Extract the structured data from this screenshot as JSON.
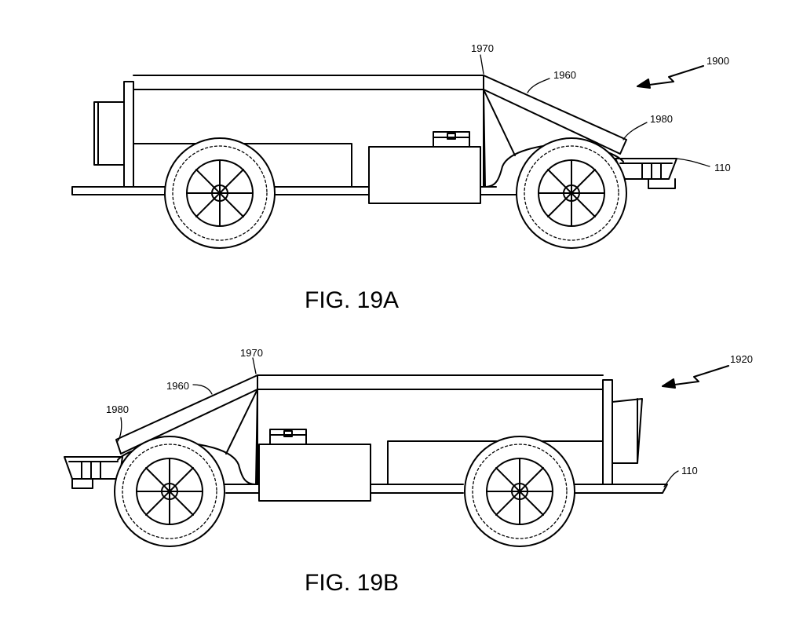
{
  "figures": [
    {
      "caption": "FIG. 19A",
      "labels": {
        "overall": "1900",
        "top_edge": "1970",
        "ramp": "1960",
        "ramp_end": "1980",
        "frame": "110"
      }
    },
    {
      "caption": "FIG. 19B",
      "labels": {
        "overall": "1920",
        "top_edge": "1970",
        "ramp": "1960",
        "ramp_end": "1980",
        "frame": "110"
      }
    }
  ]
}
